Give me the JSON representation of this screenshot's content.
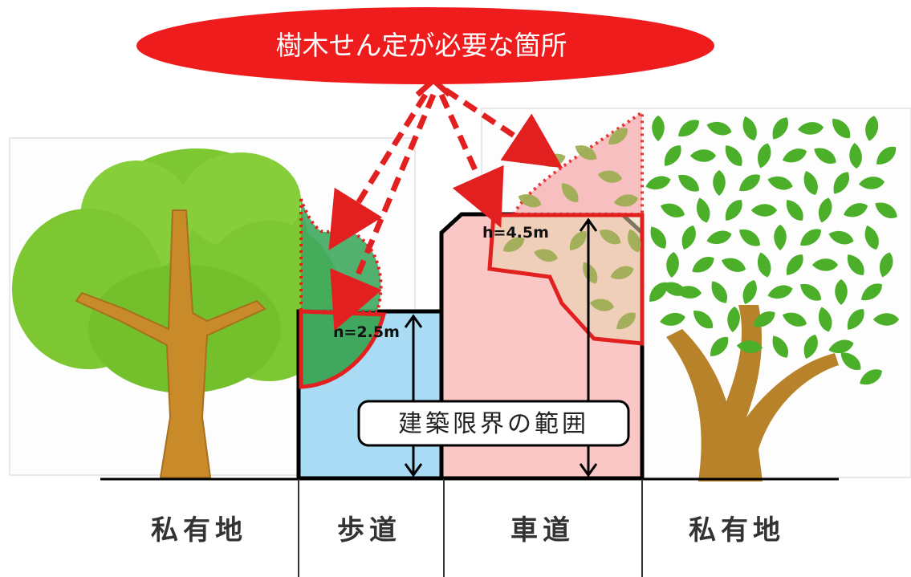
{
  "title": "樹木せん定が必要な箇所",
  "zones": {
    "private_left": "私有地",
    "sidewalk": "歩道",
    "roadway": "車道",
    "private_right": "私有地"
  },
  "sidewalk_height_label": "h=2.5m",
  "roadway_height_label": "h=4.5m",
  "clearance_range_label": "建築限界の範囲",
  "colors": {
    "title_fill": "#ee1c1c",
    "sidewalk_fill": "#a9dcf4",
    "roadway_fill": "#fbc6c6",
    "pruning_outline": "#e32020",
    "tree_green": "#7dc832",
    "trunk": "#c98b2a"
  }
}
